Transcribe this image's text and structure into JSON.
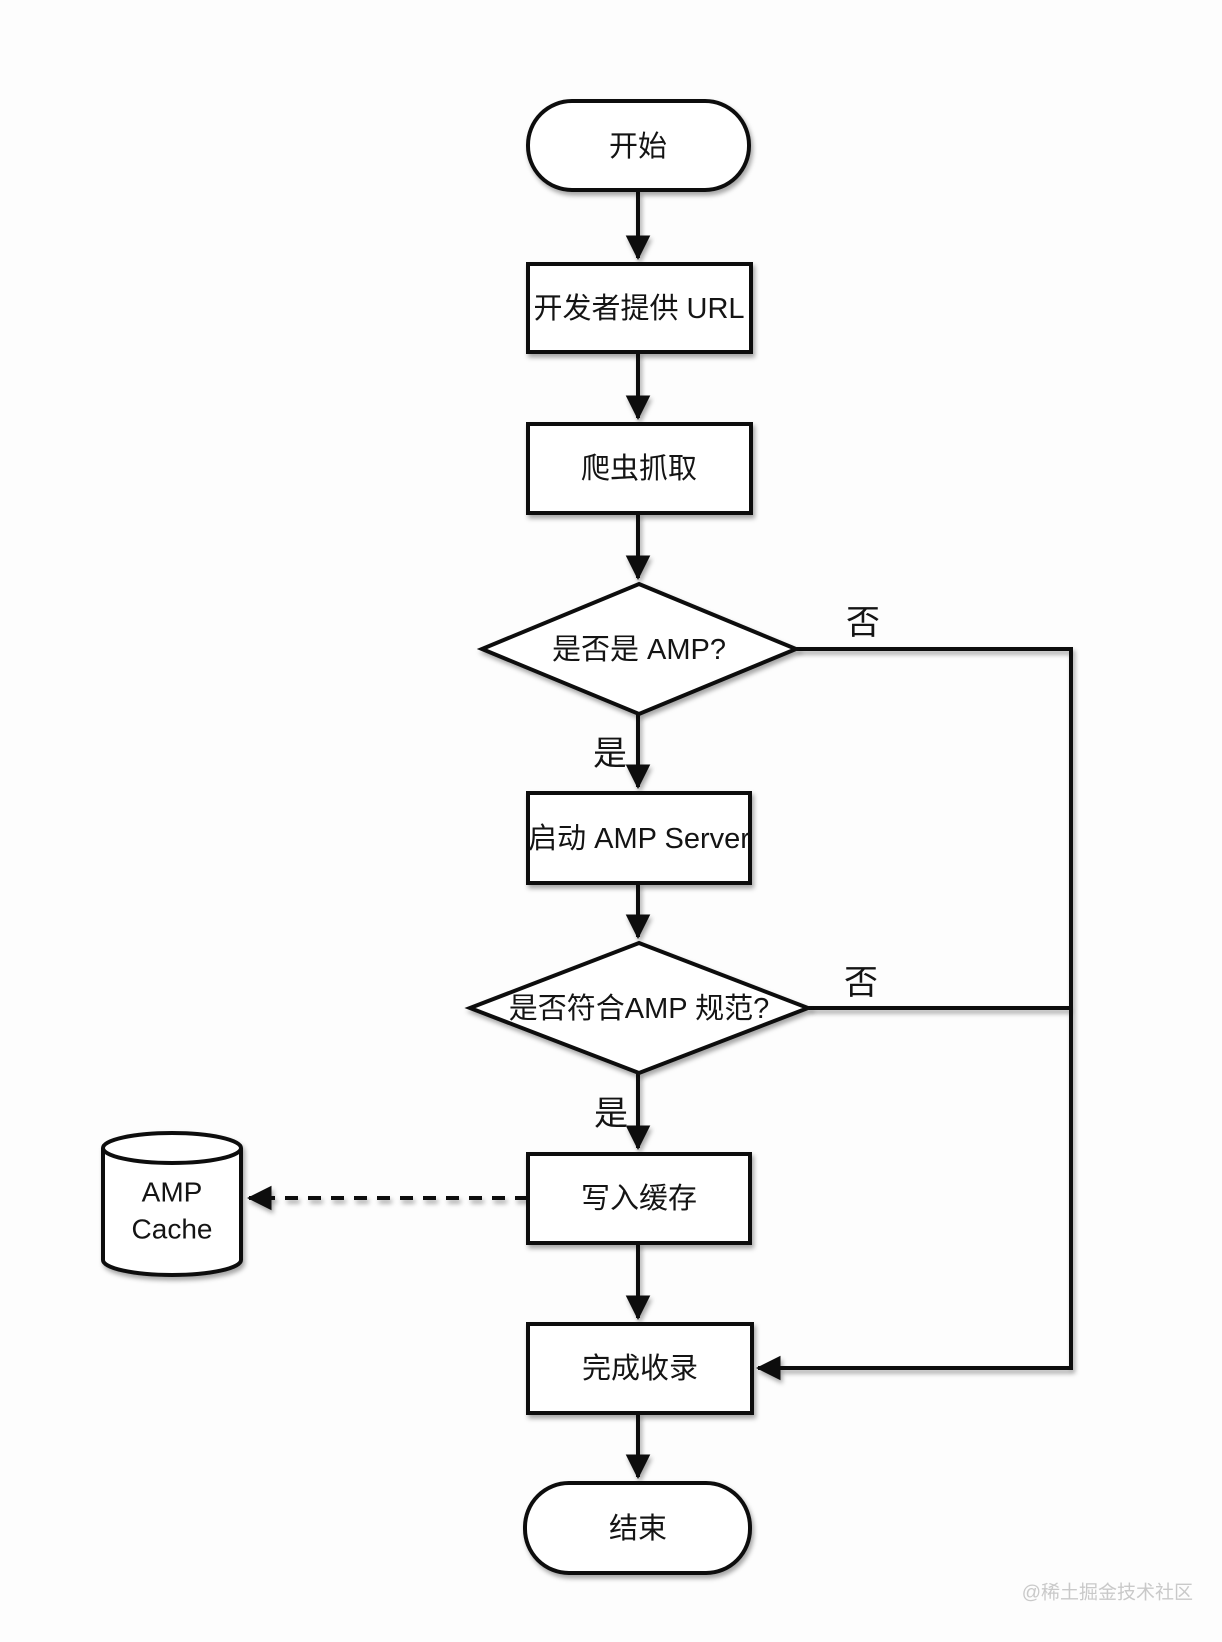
{
  "flowchart": {
    "nodes": {
      "start": {
        "type": "terminal",
        "label": "开始"
      },
      "provide_url": {
        "type": "process",
        "label": "开发者提供 URL"
      },
      "crawl": {
        "type": "process",
        "label": "爬虫抓取"
      },
      "is_amp": {
        "type": "decision",
        "label": "是否是 AMP?"
      },
      "amp_server": {
        "type": "process",
        "label": "启动 AMP Server"
      },
      "amp_valid": {
        "type": "decision",
        "label": "是否符合AMP 规范?"
      },
      "write_cache": {
        "type": "process",
        "label": "写入缓存"
      },
      "amp_cache": {
        "type": "datastore",
        "line1": "AMP",
        "line2": "Cache"
      },
      "complete_index": {
        "type": "process",
        "label": "完成收录"
      },
      "end": {
        "type": "terminal",
        "label": "结束"
      }
    },
    "branches": {
      "is_amp_yes": "是",
      "is_amp_no": "否",
      "amp_valid_yes": "是",
      "amp_valid_no": "否"
    },
    "colors": {
      "stroke": "#101010",
      "node_fill": "#ffffff",
      "text": "#141414",
      "background": "#fdfdfd",
      "watermark": "#c9c9c9"
    }
  },
  "watermark": {
    "text": "@稀土掘金技术社区"
  }
}
